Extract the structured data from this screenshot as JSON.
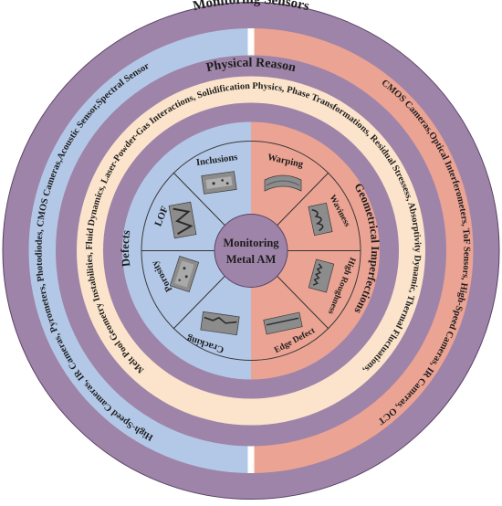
{
  "center": {
    "line1": "Monitoring",
    "line2": "Metal AM"
  },
  "rings": {
    "sensors": {
      "title": "Monitoring Sensors",
      "left": "High-Speed Cameras, IR Cameras, Pyrometers, Photodiodes, CMOS Cameras,Acoustic Sensor,Spectral Sensor",
      "right": "CMOS Cameras,Optical Interferometers, ToF Sensors, High-Speed Cameras, IR Cameras, OCT"
    },
    "physical": {
      "title": "Physical Reason",
      "text": "Melt Pool Geometry Instabilities, Fluid Dynamics, Laser-Powder-Gas Interactions, Solidification Physics, Phase Transformations, Residual Stressess, Absorptivity Dynamic, Thermal Fluctuations,"
    },
    "categories": {
      "left": "Defects",
      "right": "Geometrical Imperfections"
    }
  },
  "defects": [
    "Inclusions",
    "LOF",
    "Porosity",
    "Cracking"
  ],
  "imperfections": [
    "Warping",
    "Waviness",
    "High Roughness",
    "Edge Defect"
  ],
  "colors": {
    "blue": "#b3c8e7",
    "salmon": "#eba393",
    "purple": "#9e84a8",
    "cream": "#fbe4cb",
    "white": "#ffffff"
  }
}
